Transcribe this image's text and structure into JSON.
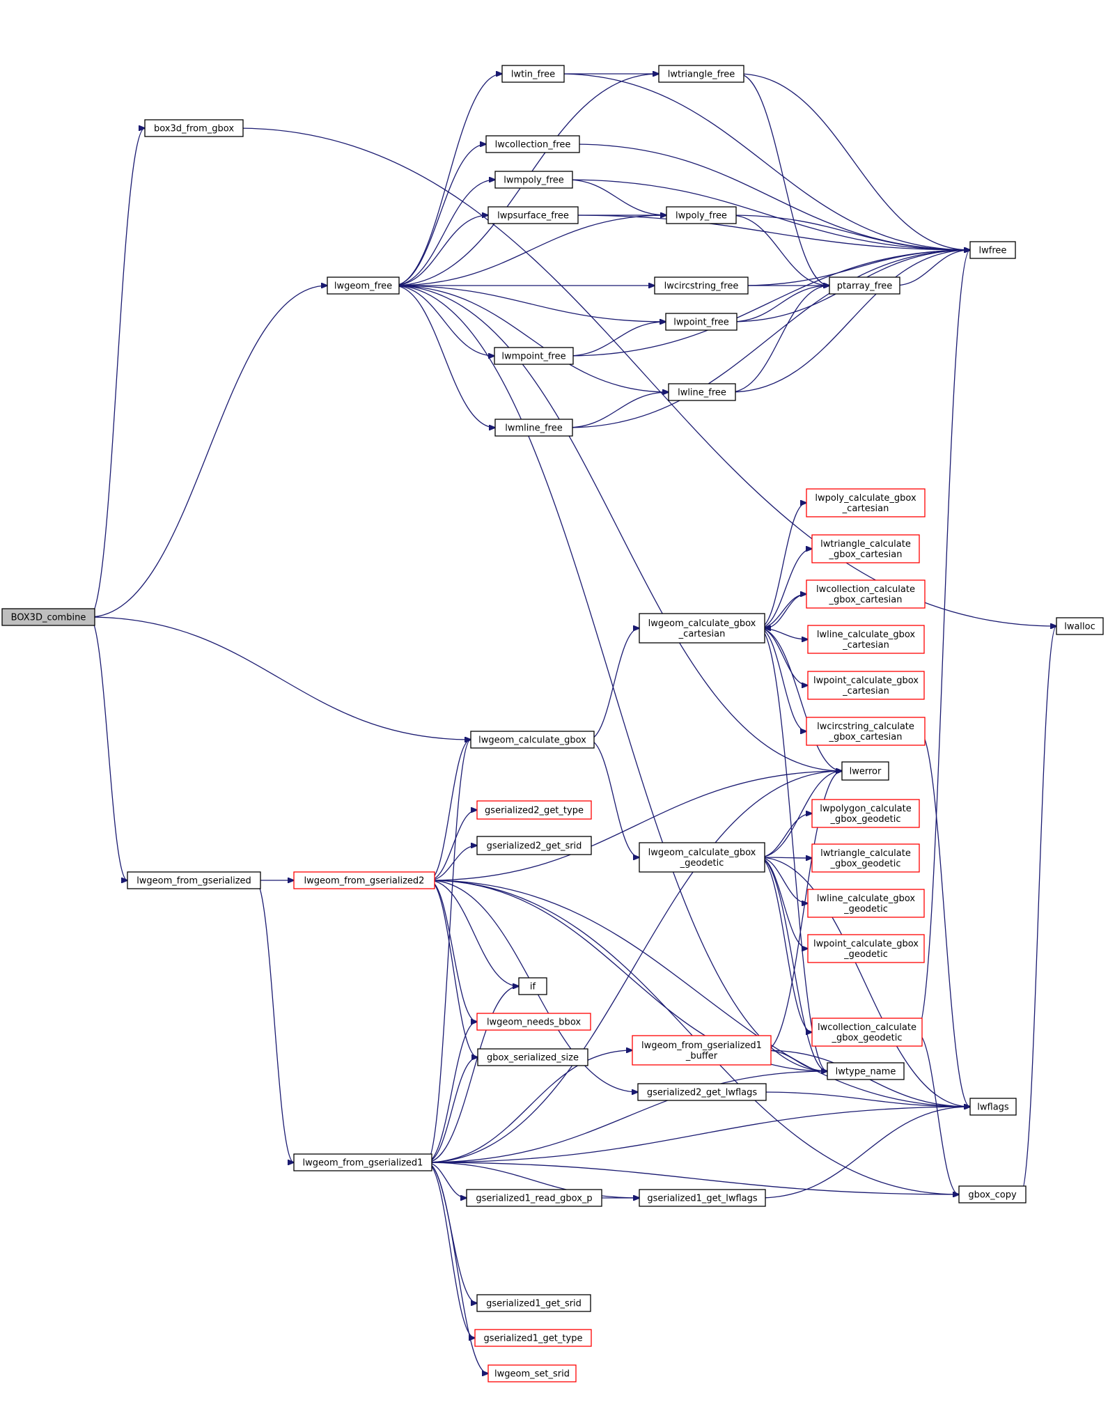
{
  "diagram": {
    "type": "call-graph",
    "colors": {
      "edge": "#191970",
      "node_border": "#000000",
      "truncated_border": "#ff0000",
      "root_fill": "#bfbfbf"
    },
    "nodes": [
      {
        "id": "BOX3D_combine",
        "lines": [
          "BOX3D_combine"
        ]
      },
      {
        "id": "box3d_from_gbox",
        "lines": [
          "box3d_from_gbox"
        ]
      },
      {
        "id": "lwgeom_free",
        "lines": [
          "lwgeom_free"
        ]
      },
      {
        "id": "lwgeom_calculate_gbox",
        "lines": [
          "lwgeom_calculate_gbox"
        ]
      },
      {
        "id": "lwgeom_from_gserialized",
        "lines": [
          "lwgeom_from_gserialized"
        ]
      },
      {
        "id": "lwalloc",
        "lines": [
          "lwalloc"
        ]
      },
      {
        "id": "lwfree",
        "lines": [
          "lwfree"
        ]
      },
      {
        "id": "lwtin_free",
        "lines": [
          "lwtin_free"
        ]
      },
      {
        "id": "lwtriangle_free",
        "lines": [
          "lwtriangle_free"
        ]
      },
      {
        "id": "lwcollection_free",
        "lines": [
          "lwcollection_free"
        ]
      },
      {
        "id": "lwmpoly_free",
        "lines": [
          "lwmpoly_free"
        ]
      },
      {
        "id": "lwpsurface_free",
        "lines": [
          "lwpsurface_free"
        ]
      },
      {
        "id": "lwpoly_free",
        "lines": [
          "lwpoly_free"
        ]
      },
      {
        "id": "lwcircstring_free",
        "lines": [
          "lwcircstring_free"
        ]
      },
      {
        "id": "ptarray_free",
        "lines": [
          "ptarray_free"
        ]
      },
      {
        "id": "lwpoint_free",
        "lines": [
          "lwpoint_free"
        ]
      },
      {
        "id": "lwmpoint_free",
        "lines": [
          "lwmpoint_free"
        ]
      },
      {
        "id": "lwline_free",
        "lines": [
          "lwline_free"
        ]
      },
      {
        "id": "lwmline_free",
        "lines": [
          "lwmline_free"
        ]
      },
      {
        "id": "lwpoly_calculate_gbox_cartesian",
        "lines": [
          "lwpoly_calculate_gbox",
          "_cartesian"
        ],
        "truncated": true
      },
      {
        "id": "lwtriangle_calculate_gbox_cartesian",
        "lines": [
          "lwtriangle_calculate",
          "_gbox_cartesian"
        ],
        "truncated": true
      },
      {
        "id": "lwcollection_calculate_gbox_cartesian",
        "lines": [
          "lwcollection_calculate",
          "_gbox_cartesian"
        ],
        "truncated": true
      },
      {
        "id": "lwgeom_calculate_gbox_cartesian",
        "lines": [
          "lwgeom_calculate_gbox",
          "_cartesian"
        ]
      },
      {
        "id": "lwline_calculate_gbox_cartesian",
        "lines": [
          "lwline_calculate_gbox",
          "_cartesian"
        ],
        "truncated": true
      },
      {
        "id": "lwpoint_calculate_gbox_cartesian",
        "lines": [
          "lwpoint_calculate_gbox",
          "_cartesian"
        ],
        "truncated": true
      },
      {
        "id": "lwcircstring_calculate_gbox_cartesian",
        "lines": [
          "lwcircstring_calculate",
          "_gbox_cartesian"
        ],
        "truncated": true
      },
      {
        "id": "lwerror",
        "lines": [
          "lwerror"
        ]
      },
      {
        "id": "gserialized2_get_type",
        "lines": [
          "gserialized2_get_type"
        ],
        "truncated": true
      },
      {
        "id": "gserialized2_get_srid",
        "lines": [
          "gserialized2_get_srid"
        ]
      },
      {
        "id": "lwgeom_calculate_gbox_geodetic",
        "lines": [
          "lwgeom_calculate_gbox",
          "_geodetic"
        ]
      },
      {
        "id": "lwpolygon_calculate_gbox_geodetic",
        "lines": [
          "lwpolygon_calculate",
          "_gbox_geodetic"
        ],
        "truncated": true
      },
      {
        "id": "lwtriangle_calculate_gbox_geodetic",
        "lines": [
          "lwtriangle_calculate",
          "_gbox_geodetic"
        ],
        "truncated": true
      },
      {
        "id": "lwgeom_from_gserialized2",
        "lines": [
          "lwgeom_from_gserialized2"
        ],
        "truncated": true
      },
      {
        "id": "lwline_calculate_gbox_geodetic",
        "lines": [
          "lwline_calculate_gbox",
          "_geodetic"
        ],
        "truncated": true
      },
      {
        "id": "lwpoint_calculate_gbox_geodetic",
        "lines": [
          "lwpoint_calculate_gbox",
          "_geodetic"
        ],
        "truncated": true
      },
      {
        "id": "if",
        "lines": [
          "if"
        ]
      },
      {
        "id": "lwgeom_needs_bbox",
        "lines": [
          "lwgeom_needs_bbox"
        ],
        "truncated": true
      },
      {
        "id": "lwcollection_calculate_gbox_geodetic",
        "lines": [
          "lwcollection_calculate",
          "_gbox_geodetic"
        ],
        "truncated": true
      },
      {
        "id": "lwgeom_from_gserialized1_buffer",
        "lines": [
          "lwgeom_from_gserialized1",
          "_buffer"
        ],
        "truncated": true
      },
      {
        "id": "gbox_serialized_size",
        "lines": [
          "gbox_serialized_size"
        ]
      },
      {
        "id": "lwtype_name",
        "lines": [
          "lwtype_name"
        ]
      },
      {
        "id": "gserialized2_get_lwflags",
        "lines": [
          "gserialized2_get_lwflags"
        ]
      },
      {
        "id": "lwflags",
        "lines": [
          "lwflags"
        ]
      },
      {
        "id": "lwgeom_from_gserialized1",
        "lines": [
          "lwgeom_from_gserialized1"
        ]
      },
      {
        "id": "gserialized1_read_gbox_p",
        "lines": [
          "gserialized1_read_gbox_p"
        ]
      },
      {
        "id": "gserialized1_get_lwflags",
        "lines": [
          "gserialized1_get_lwflags"
        ]
      },
      {
        "id": "gbox_copy",
        "lines": [
          "gbox_copy"
        ]
      },
      {
        "id": "gserialized1_get_srid",
        "lines": [
          "gserialized1_get_srid"
        ]
      },
      {
        "id": "gserialized1_get_type",
        "lines": [
          "gserialized1_get_type"
        ],
        "truncated": true
      },
      {
        "id": "lwgeom_set_srid",
        "lines": [
          "lwgeom_set_srid"
        ],
        "truncated": true
      }
    ],
    "edges": [
      [
        "BOX3D_combine",
        "box3d_from_gbox"
      ],
      [
        "BOX3D_combine",
        "lwgeom_free"
      ],
      [
        "BOX3D_combine",
        "lwgeom_calculate_gbox"
      ],
      [
        "BOX3D_combine",
        "lwgeom_from_gserialized"
      ],
      [
        "box3d_from_gbox",
        "lwalloc"
      ],
      [
        "lwgeom_free",
        "lwtin_free"
      ],
      [
        "lwgeom_free",
        "lwtriangle_free"
      ],
      [
        "lwgeom_free",
        "lwcollection_free"
      ],
      [
        "lwgeom_free",
        "lwmpoly_free"
      ],
      [
        "lwgeom_free",
        "lwpsurface_free"
      ],
      [
        "lwgeom_free",
        "lwpoly_free"
      ],
      [
        "lwgeom_free",
        "lwcircstring_free"
      ],
      [
        "lwgeom_free",
        "lwpoint_free"
      ],
      [
        "lwgeom_free",
        "lwmpoint_free"
      ],
      [
        "lwgeom_free",
        "lwline_free"
      ],
      [
        "lwgeom_free",
        "lwmline_free"
      ],
      [
        "lwgeom_free",
        "lwerror"
      ],
      [
        "lwgeom_free",
        "lwtype_name"
      ],
      [
        "lwtin_free",
        "lwtriangle_free"
      ],
      [
        "lwtin_free",
        "lwfree"
      ],
      [
        "lwtriangle_free",
        "lwfree"
      ],
      [
        "lwtriangle_free",
        "ptarray_free"
      ],
      [
        "lwcollection_free",
        "lwfree"
      ],
      [
        "lwmpoly_free",
        "lwpoly_free"
      ],
      [
        "lwmpoly_free",
        "lwfree"
      ],
      [
        "lwpsurface_free",
        "lwpoly_free"
      ],
      [
        "lwpsurface_free",
        "lwfree"
      ],
      [
        "lwpoly_free",
        "lwfree"
      ],
      [
        "lwpoly_free",
        "ptarray_free"
      ],
      [
        "lwcircstring_free",
        "ptarray_free"
      ],
      [
        "lwcircstring_free",
        "lwfree"
      ],
      [
        "ptarray_free",
        "lwfree"
      ],
      [
        "lwpoint_free",
        "ptarray_free"
      ],
      [
        "lwpoint_free",
        "lwfree"
      ],
      [
        "lwmpoint_free",
        "lwpoint_free"
      ],
      [
        "lwmpoint_free",
        "lwfree"
      ],
      [
        "lwline_free",
        "ptarray_free"
      ],
      [
        "lwline_free",
        "lwfree"
      ],
      [
        "lwmline_free",
        "lwline_free"
      ],
      [
        "lwmline_free",
        "lwfree"
      ],
      [
        "lwgeom_calculate_gbox",
        "lwgeom_calculate_gbox_cartesian"
      ],
      [
        "lwgeom_calculate_gbox",
        "lwgeom_calculate_gbox_geodetic"
      ],
      [
        "lwgeom_calculate_gbox_cartesian",
        "lwpoly_calculate_gbox_cartesian"
      ],
      [
        "lwgeom_calculate_gbox_cartesian",
        "lwtriangle_calculate_gbox_cartesian"
      ],
      [
        "lwgeom_calculate_gbox_cartesian",
        "lwcollection_calculate_gbox_cartesian"
      ],
      [
        "lwcollection_calculate_gbox_cartesian",
        "lwgeom_calculate_gbox_cartesian"
      ],
      [
        "lwgeom_calculate_gbox_cartesian",
        "lwline_calculate_gbox_cartesian"
      ],
      [
        "lwgeom_calculate_gbox_cartesian",
        "lwpoint_calculate_gbox_cartesian"
      ],
      [
        "lwgeom_calculate_gbox_cartesian",
        "lwcircstring_calculate_gbox_cartesian"
      ],
      [
        "lwgeom_calculate_gbox_cartesian",
        "lwerror"
      ],
      [
        "lwgeom_calculate_gbox_cartesian",
        "lwtype_name"
      ],
      [
        "lwcircstring_calculate_gbox_cartesian",
        "lwflags"
      ],
      [
        "lwgeom_calculate_gbox_geodetic",
        "lwpolygon_calculate_gbox_geodetic"
      ],
      [
        "lwgeom_calculate_gbox_geodetic",
        "lwtriangle_calculate_gbox_geodetic"
      ],
      [
        "lwgeom_calculate_gbox_geodetic",
        "lwline_calculate_gbox_geodetic"
      ],
      [
        "lwgeom_calculate_gbox_geodetic",
        "lwpoint_calculate_gbox_geodetic"
      ],
      [
        "lwgeom_calculate_gbox_geodetic",
        "lwcollection_calculate_gbox_geodetic"
      ],
      [
        "lwgeom_calculate_gbox_geodetic",
        "lwerror"
      ],
      [
        "lwgeom_calculate_gbox_geodetic",
        "lwtype_name"
      ],
      [
        "lwgeom_calculate_gbox_geodetic",
        "lwflags"
      ],
      [
        "lwcollection_calculate_gbox_geodetic",
        "lwfree"
      ],
      [
        "lwcollection_calculate_gbox_geodetic",
        "gbox_copy"
      ],
      [
        "lwgeom_from_gserialized",
        "lwgeom_from_gserialized2"
      ],
      [
        "lwgeom_from_gserialized",
        "lwgeom_from_gserialized1"
      ],
      [
        "lwgeom_from_gserialized2",
        "lwgeom_calculate_gbox"
      ],
      [
        "lwgeom_from_gserialized2",
        "lwerror"
      ],
      [
        "lwgeom_from_gserialized2",
        "gserialized2_get_type"
      ],
      [
        "lwgeom_from_gserialized2",
        "gserialized2_get_srid"
      ],
      [
        "lwgeom_from_gserialized2",
        "if"
      ],
      [
        "lwgeom_from_gserialized2",
        "lwgeom_needs_bbox"
      ],
      [
        "lwgeom_from_gserialized2",
        "gbox_serialized_size"
      ],
      [
        "lwgeom_from_gserialized2",
        "gserialized2_get_lwflags"
      ],
      [
        "lwgeom_from_gserialized2",
        "lwtype_name"
      ],
      [
        "lwgeom_from_gserialized2",
        "lwflags"
      ],
      [
        "lwgeom_from_gserialized2",
        "gbox_copy"
      ],
      [
        "gserialized2_get_lwflags",
        "lwflags"
      ],
      [
        "lwgeom_from_gserialized1_buffer",
        "lwerror"
      ],
      [
        "lwgeom_from_gserialized1_buffer",
        "lwtype_name"
      ],
      [
        "lwgeom_from_gserialized1_buffer",
        "lwflags"
      ],
      [
        "lwgeom_from_gserialized1",
        "lwgeom_calculate_gbox"
      ],
      [
        "lwgeom_from_gserialized1",
        "lwerror"
      ],
      [
        "lwgeom_from_gserialized1",
        "if"
      ],
      [
        "lwgeom_from_gserialized1",
        "lwgeom_needs_bbox"
      ],
      [
        "lwgeom_from_gserialized1",
        "gbox_serialized_size"
      ],
      [
        "lwgeom_from_gserialized1",
        "lwgeom_from_gserialized1_buffer"
      ],
      [
        "lwgeom_from_gserialized1",
        "lwtype_name"
      ],
      [
        "lwgeom_from_gserialized1",
        "gserialized1_read_gbox_p"
      ],
      [
        "lwgeom_from_gserialized1",
        "gserialized1_get_lwflags"
      ],
      [
        "lwgeom_from_gserialized1",
        "lwflags"
      ],
      [
        "lwgeom_from_gserialized1",
        "gbox_copy"
      ],
      [
        "lwgeom_from_gserialized1",
        "gserialized1_get_srid"
      ],
      [
        "lwgeom_from_gserialized1",
        "gserialized1_get_type"
      ],
      [
        "lwgeom_from_gserialized1",
        "lwgeom_set_srid"
      ],
      [
        "gserialized1_read_gbox_p",
        "gserialized1_get_lwflags"
      ],
      [
        "gserialized1_get_lwflags",
        "lwflags"
      ],
      [
        "gbox_copy",
        "lwalloc"
      ]
    ]
  }
}
